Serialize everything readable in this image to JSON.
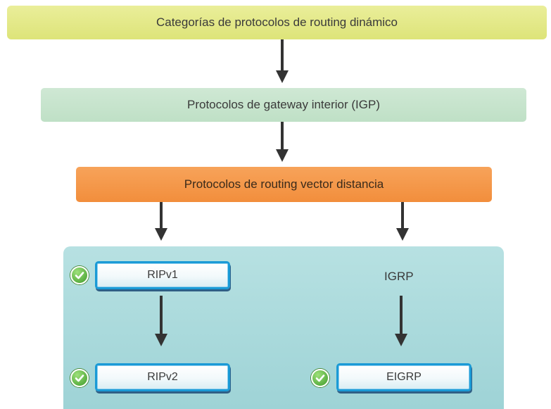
{
  "top_bar": {
    "label": "Categorías de protocolos de routing dinámico"
  },
  "igp_bar": {
    "label": "Protocolos de gateway interior (IGP)"
  },
  "dv_bar": {
    "label": "Protocolos de routing vector distancia"
  },
  "protocols": {
    "ripv1": {
      "label": "RIPv1",
      "checked": true
    },
    "ripv2": {
      "label": "RIPv2",
      "checked": true
    },
    "igrp": {
      "label": "IGRP",
      "checked": false
    },
    "eigrp": {
      "label": "EIGRP",
      "checked": true
    }
  },
  "colors": {
    "top_bar": "#dde479",
    "igp_bar": "#c4e3ca",
    "dv_bar": "#f4953f",
    "panel": "#a9d9db",
    "box_border": "#1a9ad6",
    "check": "#4caf35",
    "arrow": "#333333"
  },
  "icons": {
    "check": "check-circle-icon",
    "arrow": "arrow-down-icon"
  }
}
